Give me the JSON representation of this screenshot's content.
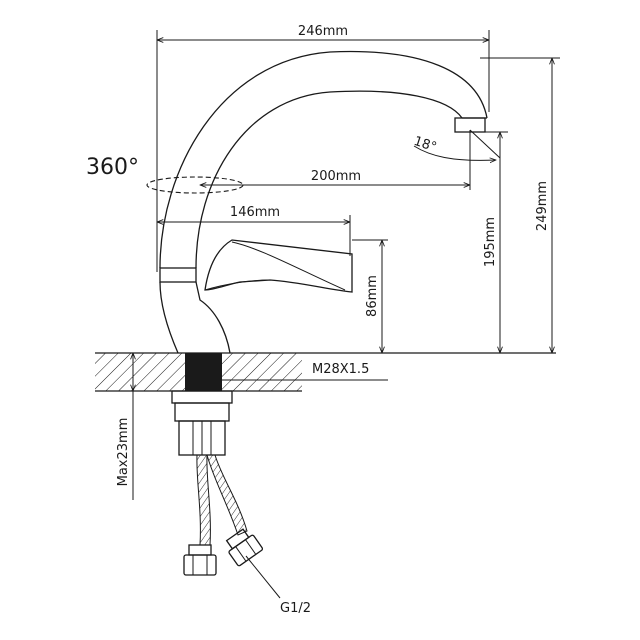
{
  "diagram": {
    "dimensions": {
      "overall_width": "246mm",
      "spout_reach": "200mm",
      "handle_reach": "146mm",
      "overall_height": "249mm",
      "spout_height": "195mm",
      "handle_height": "86mm",
      "max_thickness": "Max23mm"
    },
    "rotation": "360°",
    "spout_angle": "18°",
    "thread": "M28X1.5",
    "connection": "G1/2"
  }
}
